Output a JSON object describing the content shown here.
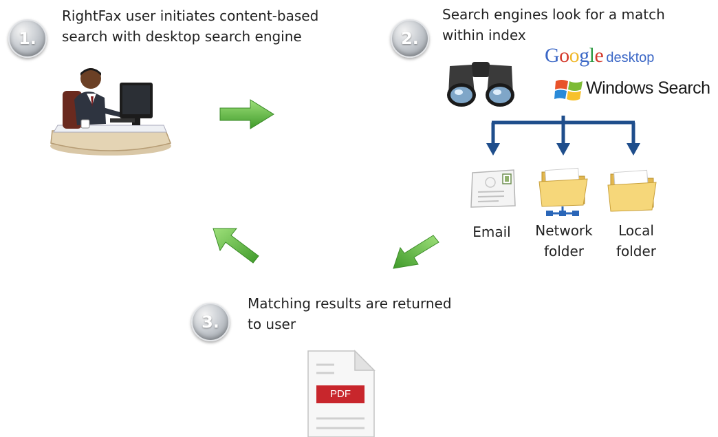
{
  "steps": [
    {
      "number": "1.",
      "text_line1": "RightFax user initiates content-based",
      "text_line2": "search with desktop search engine"
    },
    {
      "number": "2.",
      "text_line1": "Search engines look for a match",
      "text_line2": "within index"
    },
    {
      "number": "3.",
      "text_line1": "Matching results are returned",
      "text_line2": "to user"
    }
  ],
  "logos": {
    "google": {
      "g1": "G",
      "g2": "o",
      "g3": "o",
      "g4": "g",
      "g5": "l",
      "g6": "e",
      "sub": "desktop"
    },
    "windows_search": "Windows Search"
  },
  "locations": [
    {
      "line1": "Email",
      "line2": ""
    },
    {
      "line1": "Network",
      "line2": "folder"
    },
    {
      "line1": "Local",
      "line2": "folder"
    }
  ],
  "pdf_label": "PDF",
  "colors": {
    "arrow_green": "#6cc04a",
    "connector_blue": "#1f4e8c",
    "pdf_red": "#c8262c",
    "folder_yellow": "#f2cf6b"
  },
  "icons": [
    "user-at-desk-icon",
    "binoculars-icon",
    "windows-flag-icon",
    "email-icon",
    "network-folder-icon",
    "local-folder-icon",
    "pdf-document-icon",
    "green-arrow-icon"
  ]
}
